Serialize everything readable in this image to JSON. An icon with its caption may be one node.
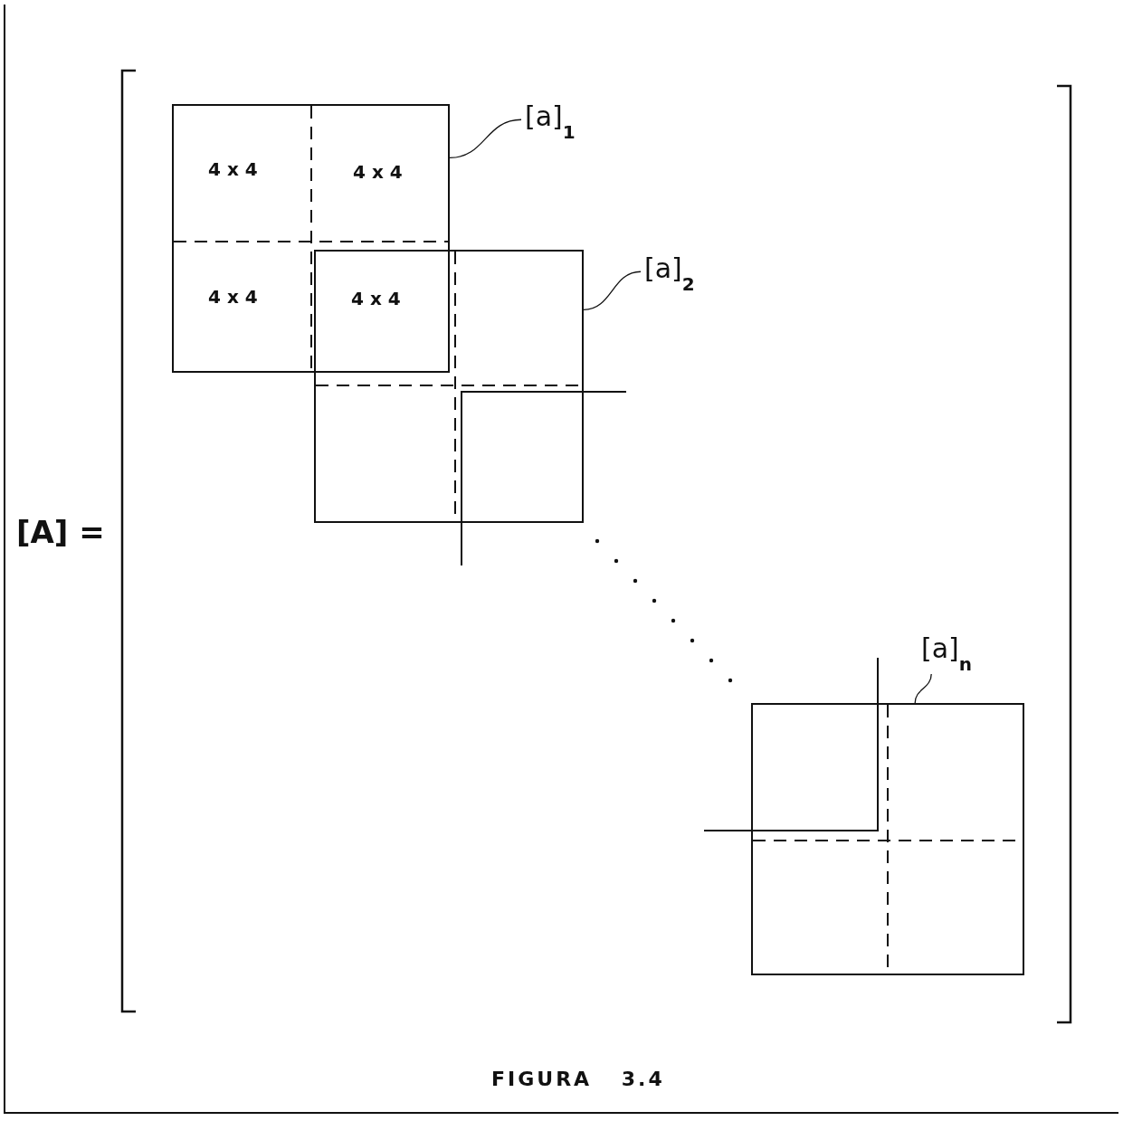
{
  "diagram": {
    "nodes": [
      {
        "text": [
          "[a]$_{1}$"
        ]
      },
      {
        "text": [],
        "shape": "box"
      },
      {
        "text": [
          "[a]$_{2}$"
        ]
      },
      {
        "text": [],
        "shape": "box"
      },
      {
        "text": [
          "[a]$_{n}$"
        ]
      },
      {
        "text": [],
        "shape": "box"
      }
    ],
    "edges": [
      {
        "from": 0,
        "to": 1,
        "arrow": "none"
      },
      {
        "from": 2,
        "to": 3,
        "arrow": "none"
      },
      {
        "from": 4,
        "to": 5,
        "arrow": "none"
      }
    ],
    "labels": [
      "[A] =",
      "4 x 4",
      "4 x 4",
      "4 x 4",
      "4 x 4",
      "FIGURA 3.4"
    ]
  }
}
